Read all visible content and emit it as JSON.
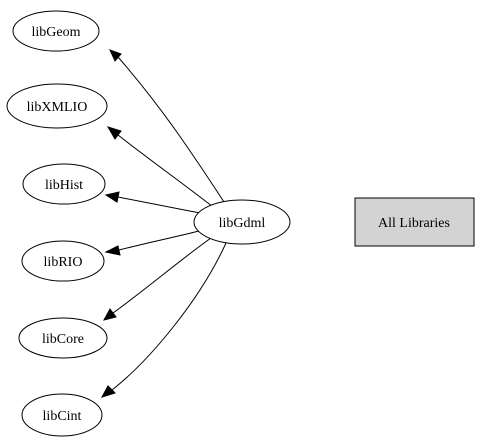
{
  "nodes": {
    "center": "libGdml",
    "geom": "libGeom",
    "xmlio": "libXMLIO",
    "hist": "libHist",
    "rio": "libRIO",
    "core": "libCore",
    "cint": "libCint"
  },
  "all_libraries_label": "All Libraries"
}
